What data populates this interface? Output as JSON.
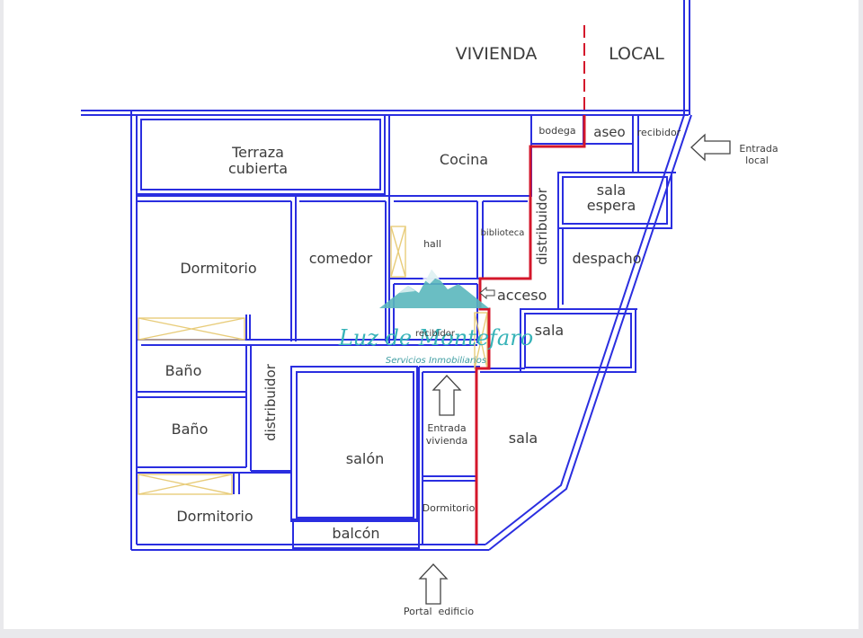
{
  "header": {
    "zone_left": "VIVIENDA",
    "zone_right": "LOCAL"
  },
  "rooms": {
    "terraza": "Terraza",
    "terraza_line2": "cubierta",
    "cocina": "Cocina",
    "bodega": "bodega",
    "aseo": "aseo",
    "recibidor_local": "recibidor",
    "sala_espera_1": "sala",
    "sala_espera_2": "espera",
    "despacho": "despacho",
    "distribuidor_local": "distribuidor",
    "dormitorio_1": "Dormitorio",
    "comedor": "comedor",
    "hall": "hall",
    "biblioteca": "biblioteca",
    "acceso": "acceso",
    "recibidor": "recibidor",
    "sala_small": "sala",
    "bano_1": "Baño",
    "bano_2": "Baño",
    "distribuidor": "distribuidor",
    "salon": "salón",
    "entrada_vivienda_1": "Entrada",
    "entrada_vivienda_2": "vivienda",
    "sala_big": "sala",
    "dormitorio_2": "Dormitorio",
    "dormitorio_3": "Dormitorio",
    "balcon": "balcón"
  },
  "entrances": {
    "local_1": "Entrada",
    "local_2": "local",
    "portal": "Portal  edificio"
  },
  "watermark": {
    "brand": "Luz de Montefaro",
    "tagline": "Servicios Inmobiliarios"
  },
  "colors": {
    "walls": "#2a2ee0",
    "boundary": "#d4172b",
    "closets": "#e8cc7a",
    "watermark": "#37b3b8"
  }
}
